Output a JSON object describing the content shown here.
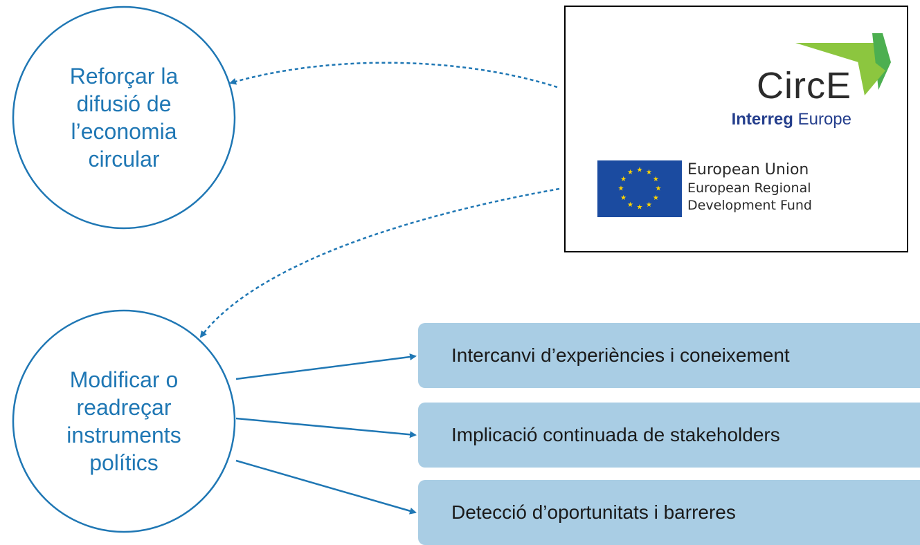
{
  "colors": {
    "accent": "#1f77b4",
    "box_fill": "#a9cde4",
    "eu_blue": "#1b4ba0",
    "eu_star": "#ffd400",
    "leaf_light": "#8cc63f",
    "leaf_dark": "#4caf50",
    "interreg_text": "#243e8c"
  },
  "circles": [
    {
      "lines": [
        "Reforçar la",
        "difusió de",
        "l’economia",
        "circular"
      ]
    },
    {
      "lines": [
        "Modificar o",
        "readreçar",
        "instruments",
        "polítics"
      ]
    }
  ],
  "logo": {
    "title": "CircE",
    "interreg_bold": "Interreg",
    "interreg_rest": " Europe",
    "eu_line1": "European Union",
    "eu_line2": "European Regional",
    "eu_line3": "Development Fund",
    "icons": [
      "leaf-icon",
      "eu-flag-icon"
    ]
  },
  "boxes": [
    "Intercanvi d’experiències i coneixement",
    "Implicació continuada de stakeholders",
    "Detecció d’oportunitats i barreres"
  ]
}
